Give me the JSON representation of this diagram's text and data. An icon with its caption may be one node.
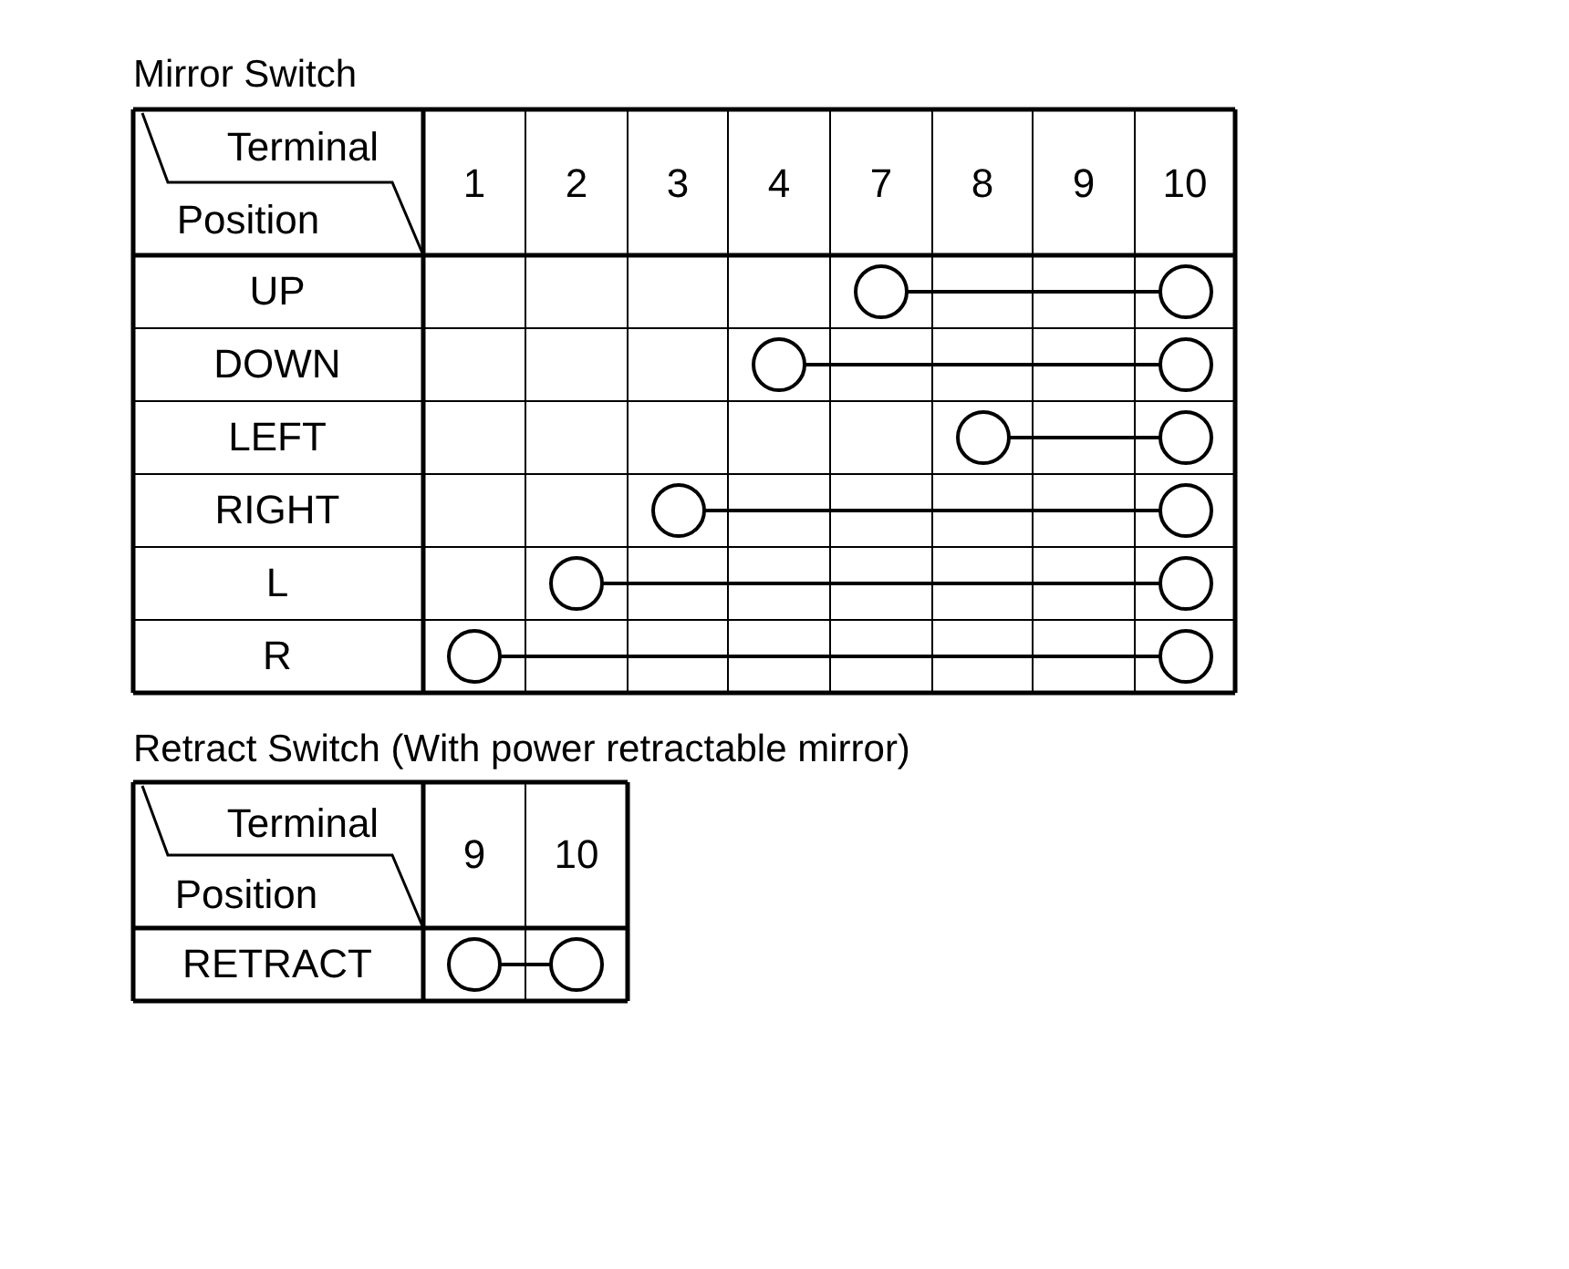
{
  "diagram": {
    "nodes": [
      {
        "text": [],
        "shape": "circle"
      },
      {
        "text": [],
        "shape": "circle"
      },
      {
        "text": [],
        "shape": "circle"
      },
      {
        "text": [],
        "shape": "circle"
      },
      {
        "text": [],
        "shape": "circle"
      },
      {
        "text": [],
        "shape": "circle"
      },
      {
        "text": [],
        "shape": "circle"
      },
      {
        "text": [],
        "shape": "circle"
      },
      {
        "text": [],
        "shape": "circle"
      },
      {
        "text": [],
        "shape": "circle"
      },
      {
        "text": [],
        "shape": "circle"
      },
      {
        "text": [],
        "shape": "circle"
      },
      {
        "text": [],
        "shape": "circle"
      },
      {
        "text": [],
        "shape": "circle"
      }
    ],
    "edges": [
      {
        "from": 0,
        "to": 1,
        "arrow": "none"
      },
      {
        "from": 2,
        "to": 3,
        "arrow": "none"
      },
      {
        "from": 4,
        "to": 5,
        "arrow": "none"
      },
      {
        "from": 6,
        "to": 7,
        "arrow": "none"
      },
      {
        "from": 8,
        "to": 9,
        "arrow": "none"
      },
      {
        "from": 10,
        "to": 11,
        "arrow": "none"
      },
      {
        "from": 12,
        "to": 13,
        "arrow": "none"
      }
    ],
    "labels": [
      "Mirror Switch",
      "Terminal",
      "Position",
      "1",
      "2",
      "3",
      "4",
      "7",
      "8",
      "9",
      "10",
      "UP",
      "DOWN",
      "LEFT",
      "RIGHT",
      "L",
      "R",
      "Retract Switch (With power retractable mirror)",
      "Terminal",
      "Position",
      "9",
      "10",
      "RETRACT"
    ]
  }
}
